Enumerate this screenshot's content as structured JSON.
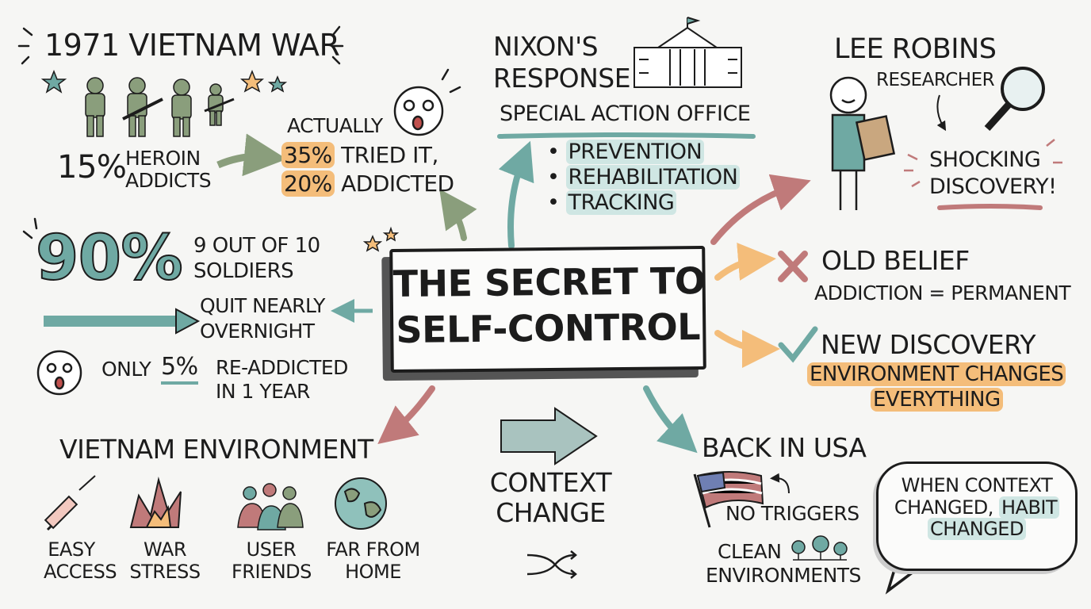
{
  "title": "THE SECRET TO SELF-CONTROL",
  "title_lines": [
    "THE SECRET TO",
    "SELF-CONTROL"
  ],
  "vietnam_war": {
    "heading": "1971 VIETNAM WAR",
    "stat": "15%",
    "stat_label": [
      "HEROIN",
      "ADDICTS"
    ],
    "actually": "ACTUALLY",
    "tried_pct": "35%",
    "tried_label": "TRIED IT,",
    "addicted_pct": "20%",
    "addicted_label": "ADDICTED"
  },
  "nixon": {
    "heading": [
      "NIXON'S",
      "RESPONSE"
    ],
    "office": "SPECIAL ACTION OFFICE",
    "bullets": [
      "PREVENTION",
      "REHABILITATION",
      "TRACKING"
    ]
  },
  "lee_robins": {
    "heading": "LEE ROBINS",
    "role": "RESEARCHER",
    "discovery": [
      "SHOCKING",
      "DISCOVERY!"
    ]
  },
  "quit": {
    "big_stat": "90%",
    "stat_label": [
      "9 OUT OF 10",
      "SOLDIERS"
    ],
    "quit_label": [
      "QUIT NEARLY",
      "OVERNIGHT"
    ],
    "only": "ONLY",
    "readdict_pct": "5%",
    "readdict_label": [
      "RE-ADDICTED",
      "IN 1 YEAR"
    ]
  },
  "beliefs": {
    "old_heading": "OLD BELIEF",
    "old_text": "ADDICTION = PERMANENT",
    "new_heading": "NEW DISCOVERY",
    "new_text": [
      "ENVIRONMENT CHANGES",
      "EVERYTHING"
    ]
  },
  "vietnam_environment": {
    "heading": "VIETNAM ENVIRONMENT",
    "items": [
      {
        "icon": "syringe-icon",
        "label": [
          "EASY",
          "ACCESS"
        ]
      },
      {
        "icon": "explosion-icon",
        "label": [
          "WAR",
          "STRESS"
        ]
      },
      {
        "icon": "group-icon",
        "label": [
          "USER",
          "FRIENDS"
        ]
      },
      {
        "icon": "globe-icon",
        "label": [
          "FAR FROM",
          "HOME"
        ]
      }
    ]
  },
  "context_change": {
    "label": [
      "CONTEXT",
      "CHANGE"
    ]
  },
  "back_in_usa": {
    "heading": "BACK IN USA",
    "no_triggers": "NO TRIGGERS",
    "clean": [
      "CLEAN",
      "ENVIRONMENTS"
    ]
  },
  "quote": {
    "line1": "WHEN CONTEXT",
    "line2a": "CHANGED,",
    "line2b": "HABIT",
    "line3": "CHANGED"
  },
  "colors": {
    "teal": "#6fa9a3",
    "orange": "#f4bd7a",
    "green": "#8a9e7c",
    "pink": "#c07a7a"
  }
}
